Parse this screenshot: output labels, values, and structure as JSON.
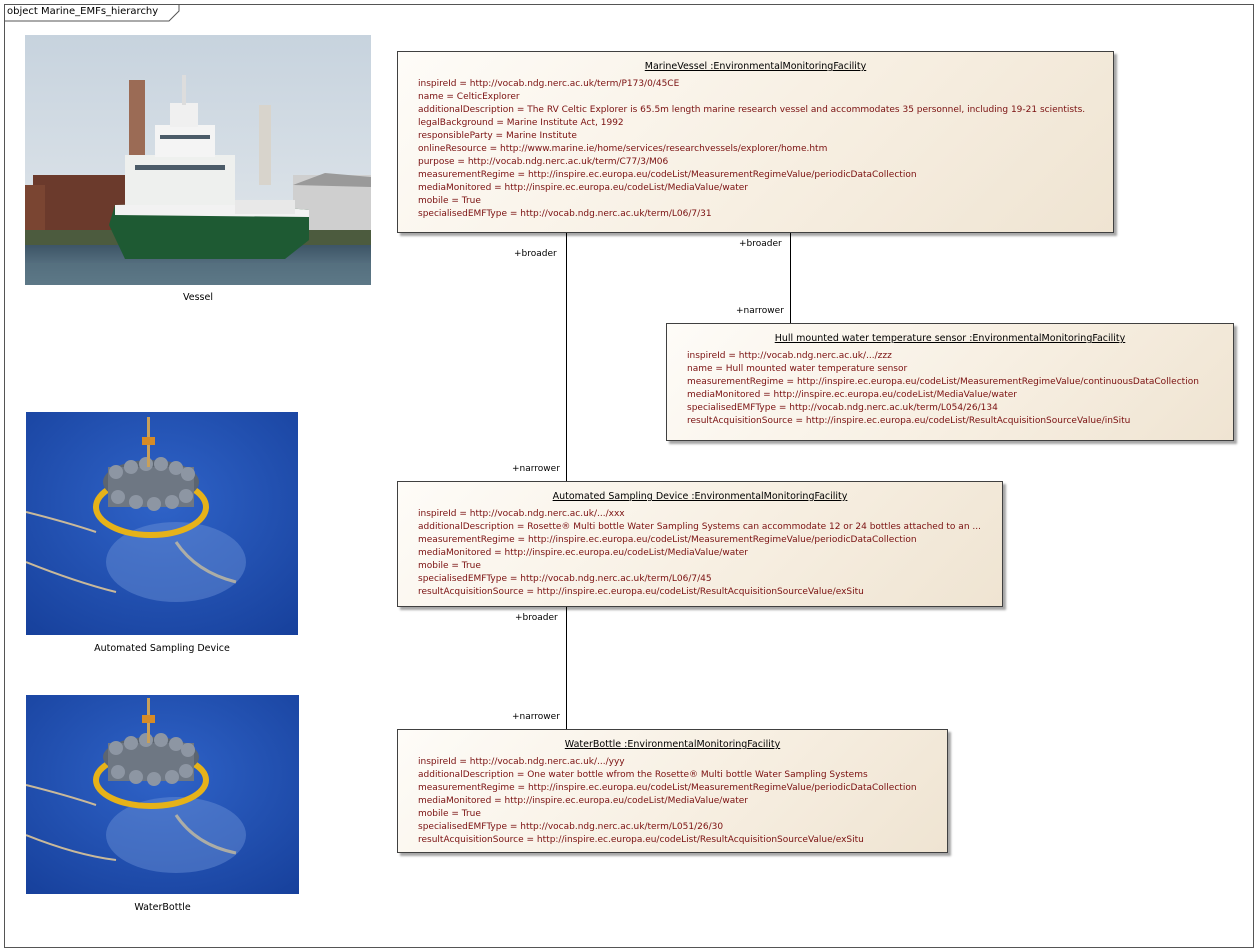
{
  "diagram": {
    "frame_title": "object Marine_EMFs_hierarchy"
  },
  "images": [
    {
      "id": "vessel",
      "caption": "Vessel",
      "icon": "ship-photo"
    },
    {
      "id": "asd",
      "caption": "Automated Sampling Device",
      "icon": "rosette-sampler-photo"
    },
    {
      "id": "wb",
      "caption": "WaterBottle",
      "icon": "rosette-sampler-photo"
    }
  ],
  "objects": [
    {
      "title": "MarineVessel :EnvironmentalMonitoringFacility",
      "attributes": [
        "inspireId = http://vocab.ndg.nerc.ac.uk/term/P173/0/45CE",
        "name = CelticExplorer",
        "additionalDescription = The RV Celtic Explorer is 65.5m length marine research vessel and accommodates 35 personnel, including 19-21 scientists.",
        "legalBackground = Marine Institute Act, 1992",
        "responsibleParty = Marine Institute",
        "onlineResource = http://www.marine.ie/home/services/researchvessels/explorer/home.htm",
        "purpose = http://vocab.ndg.nerc.ac.uk/term/C77/3/M06",
        "measurementRegime = http://inspire.ec.europa.eu/codeList/MeasurementRegimeValue/periodicDataCollection",
        "mediaMonitored = http://inspire.ec.europa.eu/codeList/MediaValue/water",
        "mobile = True",
        "specialisedEMFType = http://vocab.ndg.nerc.ac.uk/term/L06/7/31"
      ]
    },
    {
      "title": "Hull mounted water temperature sensor :EnvironmentalMonitoringFacility",
      "attributes": [
        "inspireId = http://vocab.ndg.nerc.ac.uk/.../zzz",
        "name = Hull mounted water temperature sensor",
        "measurementRegime = http://inspire.ec.europa.eu/codeList/MeasurementRegimeValue/continuousDataCollection",
        "mediaMonitored = http://inspire.ec.europa.eu/codeList/MediaValue/water",
        "specialisedEMFType = http://vocab.ndg.nerc.ac.uk/term/L054/26/134",
        "resultAcquisitionSource = http://inspire.ec.europa.eu/codeList/ResultAcquisitionSourceValue/inSitu"
      ]
    },
    {
      "title": "Automated Sampling Device :EnvironmentalMonitoringFacility",
      "attributes": [
        "inspireId = http://vocab.ndg.nerc.ac.uk/.../xxx",
        "additionalDescription = Rosette® Multi bottle Water Sampling Systems can accommodate 12 or 24 bottles attached to an ...",
        "measurementRegime = http://inspire.ec.europa.eu/codeList/MeasurementRegimeValue/periodicDataCollection",
        "mediaMonitored = http://inspire.ec.europa.eu/codeList/MediaValue/water",
        "mobile = True",
        "specialisedEMFType = http://vocab.ndg.nerc.ac.uk/term/L06/7/45",
        "resultAcquisitionSource = http://inspire.ec.europa.eu/codeList/ResultAcquisitionSourceValue/exSitu"
      ]
    },
    {
      "title": "WaterBottle :EnvironmentalMonitoringFacility",
      "attributes": [
        "inspireId = http://vocab.ndg.nerc.ac.uk/.../yyy",
        "additionalDescription = One water bottle wfrom the Rosette® Multi bottle Water Sampling Systems",
        "measurementRegime = http://inspire.ec.europa.eu/codeList/MeasurementRegimeValue/periodicDataCollection",
        "mediaMonitored = http://inspire.ec.europa.eu/codeList/MediaValue/water",
        "mobile = True",
        "specialisedEMFType = http://vocab.ndg.nerc.ac.uk/term/L051/26/30",
        "resultAcquisitionSource = http://inspire.ec.europa.eu/codeList/ResultAcquisitionSourceValue/exSitu"
      ]
    }
  ],
  "roles": {
    "broader": "+broader",
    "narrower": "+narrower"
  }
}
